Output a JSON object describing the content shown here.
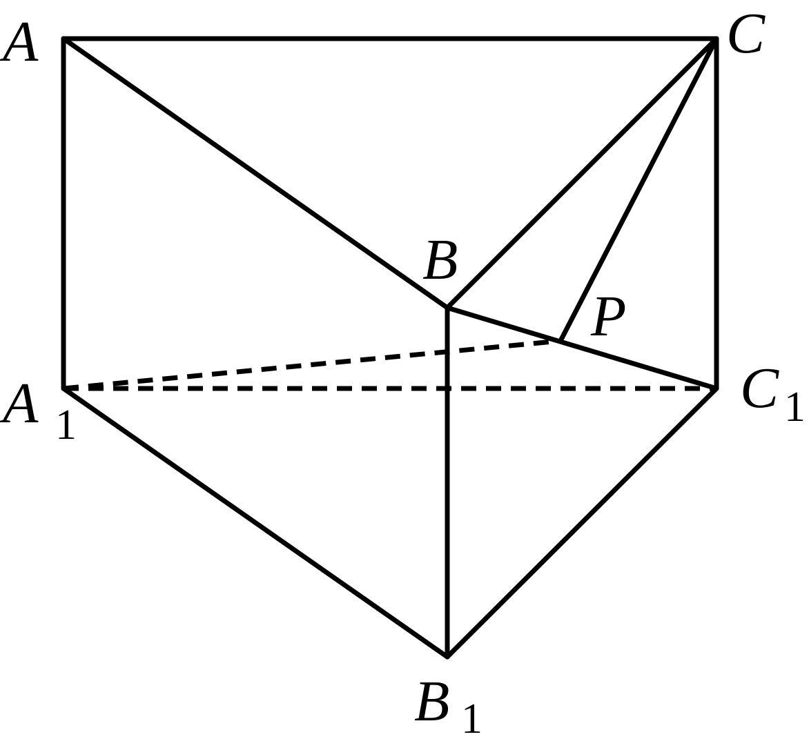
{
  "figure": {
    "vertices": {
      "A": "A",
      "B": "B",
      "C": "C",
      "A1": {
        "letter": "A",
        "subscript": "1"
      },
      "B1": {
        "letter": "B",
        "subscript": "1"
      },
      "C1": {
        "letter": "C",
        "subscript": "1"
      },
      "P": "P"
    },
    "solid_edges": [
      "AC",
      "AB",
      "BC",
      "AA1",
      "BB1",
      "CC1",
      "A1B1",
      "B1C1",
      "BC1",
      "CP"
    ],
    "dashed_edges": [
      "A1C1",
      "A1P"
    ],
    "colors": {
      "stroke": "#000000",
      "background": "#ffffff"
    }
  }
}
